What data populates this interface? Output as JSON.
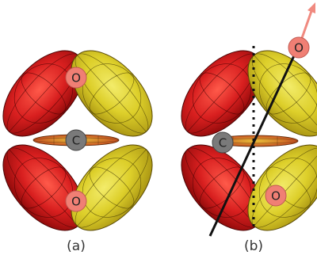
{
  "panels": [
    {
      "label": "(a)",
      "atoms": [
        {
          "symbol": "C",
          "kind": "carbon"
        },
        {
          "symbol": "O",
          "kind": "oxygen"
        },
        {
          "symbol": "O",
          "kind": "oxygen"
        }
      ]
    },
    {
      "label": "(b)",
      "atoms": [
        {
          "symbol": "C",
          "kind": "carbon"
        },
        {
          "symbol": "O",
          "kind": "oxygen"
        },
        {
          "symbol": "O",
          "kind": "oxygen"
        }
      ]
    }
  ],
  "colors": {
    "lobe_red": "#d01d1d",
    "lobe_yellow": "#ddd22a",
    "carbon": "#7a7a7a",
    "oxygen": "#f07f74",
    "arrow": "#f08a80",
    "axis_line": "#111111"
  }
}
